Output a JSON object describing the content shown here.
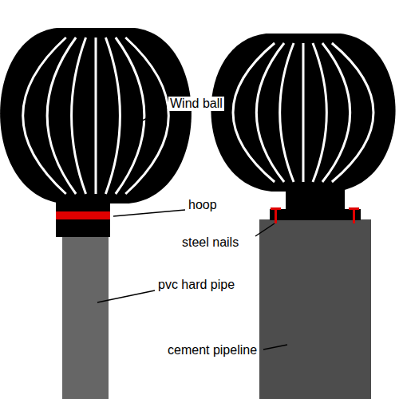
{
  "diagram": {
    "labels": [
      "Wind ball",
      "hoop",
      "steel nails",
      "pvc hard pipe",
      "cement pipeline"
    ]
  }
}
